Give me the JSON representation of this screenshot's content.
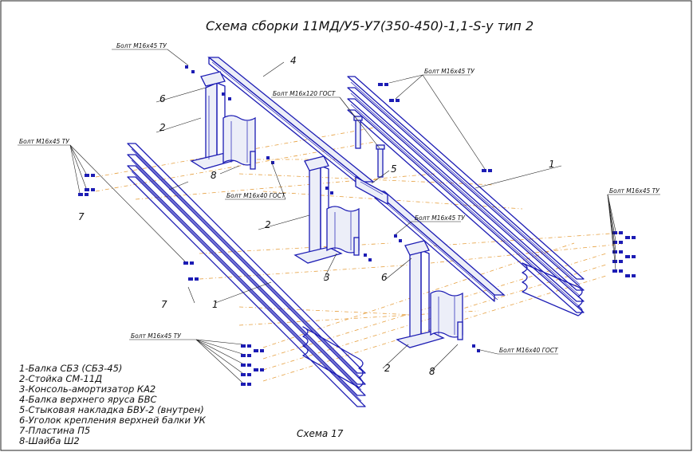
{
  "title": "Схема сборки 11МД/У5-У7(350-450)-1,1-S-у    тип 2",
  "caption": "Схема 17",
  "legend": [
    "1-Балка СБЗ (СБЗ-45)",
    "2-Стойка СМ-11Д",
    "3-Консоль-амортизатор КА2",
    "4-Балка верхнего яруса БВС",
    "5-Стыковая накладка БВУ-2 (внутрен)",
    "6-Уголок крепления верхней балки УК",
    "7-Пластина П5",
    "8-Шайба Ш2"
  ],
  "bolt_labels": {
    "m16x45_ty": "Болт М16х45 ТУ",
    "m16x120_gost": "Болт М16х120 ГОСТ",
    "m16x40_gost": "Болт М16х40 ГОСТ"
  },
  "callouts": {
    "n1": "1",
    "n2": "2",
    "n3": "3",
    "n4": "4",
    "n5": "5",
    "n6": "6",
    "n7": "7",
    "n8": "8"
  }
}
